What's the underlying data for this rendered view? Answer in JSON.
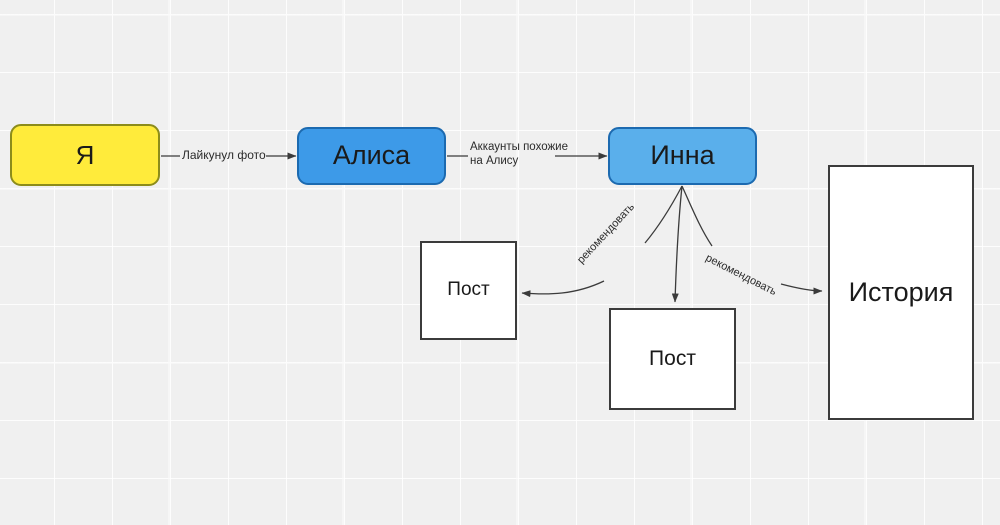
{
  "diagram": {
    "background_color": "#f0f0f0",
    "nodes": [
      {
        "id": "me",
        "label": "Я",
        "shape": "rounded-rect",
        "fill": "#ffeb3b",
        "stroke": "#8c8c1a"
      },
      {
        "id": "alisa",
        "label": "Алиса",
        "shape": "rounded-rect",
        "fill": "#3d9ae8",
        "stroke": "#1c6ab0"
      },
      {
        "id": "inna",
        "label": "Инна",
        "shape": "rounded-rect",
        "fill": "#5aafeb",
        "stroke": "#1c6ab0"
      },
      {
        "id": "post_left",
        "label": "Пост",
        "shape": "rect",
        "fill": "#ffffff",
        "stroke": "#3b3b3b"
      },
      {
        "id": "post_bottom",
        "label": "Пост",
        "shape": "rect",
        "fill": "#ffffff",
        "stroke": "#3b3b3b"
      },
      {
        "id": "history",
        "label": "История",
        "shape": "rect",
        "fill": "#ffffff",
        "stroke": "#3b3b3b"
      }
    ],
    "edges": [
      {
        "id": "e1",
        "from": "me",
        "to": "alisa",
        "label": "Лайкунул фото",
        "style": "straight"
      },
      {
        "id": "e2",
        "from": "alisa",
        "to": "inna",
        "label": "Аккаунты похожие на Алису",
        "style": "straight"
      },
      {
        "id": "e3",
        "from": "inna",
        "to": "post_left",
        "label": "рекомендовать",
        "style": "curved"
      },
      {
        "id": "e4",
        "from": "inna",
        "to": "post_bottom",
        "label": "рекомендовать",
        "style": "curved"
      },
      {
        "id": "e5",
        "from": "inna",
        "to": "history",
        "label": "рекомендовать",
        "style": "curved"
      }
    ],
    "edge_labels": {
      "like_photo": "Лайкунул фото",
      "similar_accounts_line1": "Аккаунты похожие",
      "similar_accounts_line2": "на Алису",
      "recommend_left": "рекомендовать",
      "recommend_right": "рекомендовать"
    }
  }
}
